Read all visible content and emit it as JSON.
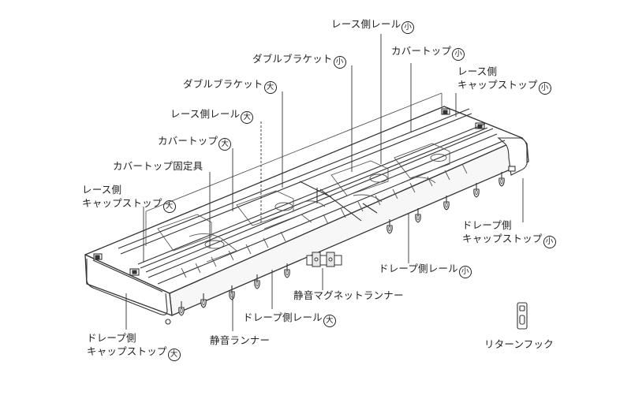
{
  "labels": {
    "lace_rail_small": {
      "text": "レース側レール",
      "size": "小"
    },
    "double_bracket_small": {
      "text": "ダブルブラケット",
      "size": "小"
    },
    "cover_top_small": {
      "text": "カバートップ",
      "size": "小"
    },
    "lace_cap_stop_small": {
      "line1": "レース側",
      "line2": "キャップストップ",
      "size": "小"
    },
    "double_bracket_large": {
      "text": "ダブルブラケット",
      "size": "大"
    },
    "lace_rail_large": {
      "text": "レース側レール",
      "size": "大"
    },
    "cover_top_large": {
      "text": "カバートップ",
      "size": "大"
    },
    "cover_top_fixture": {
      "text": "カバートップ固定具"
    },
    "lace_cap_stop_large": {
      "line1": "レース側",
      "line2": "キャップストップ",
      "size": "大"
    },
    "drape_cap_stop_small": {
      "line1": "ドレープ側",
      "line2": "キャップストップ",
      "size": "小"
    },
    "drape_rail_small": {
      "text": "ドレープ側レール",
      "size": "小"
    },
    "silent_magnet_runner": {
      "text": "静音マグネットランナー"
    },
    "drape_rail_large": {
      "text": "ドレープ側レール",
      "size": "大"
    },
    "silent_runner": {
      "text": "静音ランナー"
    },
    "return_hook": {
      "text": "リターンフック"
    },
    "drape_cap_stop_large": {
      "line1": "ドレープ側",
      "line2": "キャップストップ",
      "size": "大"
    }
  },
  "colors": {
    "line": "#333333",
    "text": "#222222",
    "fill": "#ffffff",
    "shade": "#f2f2f2"
  }
}
